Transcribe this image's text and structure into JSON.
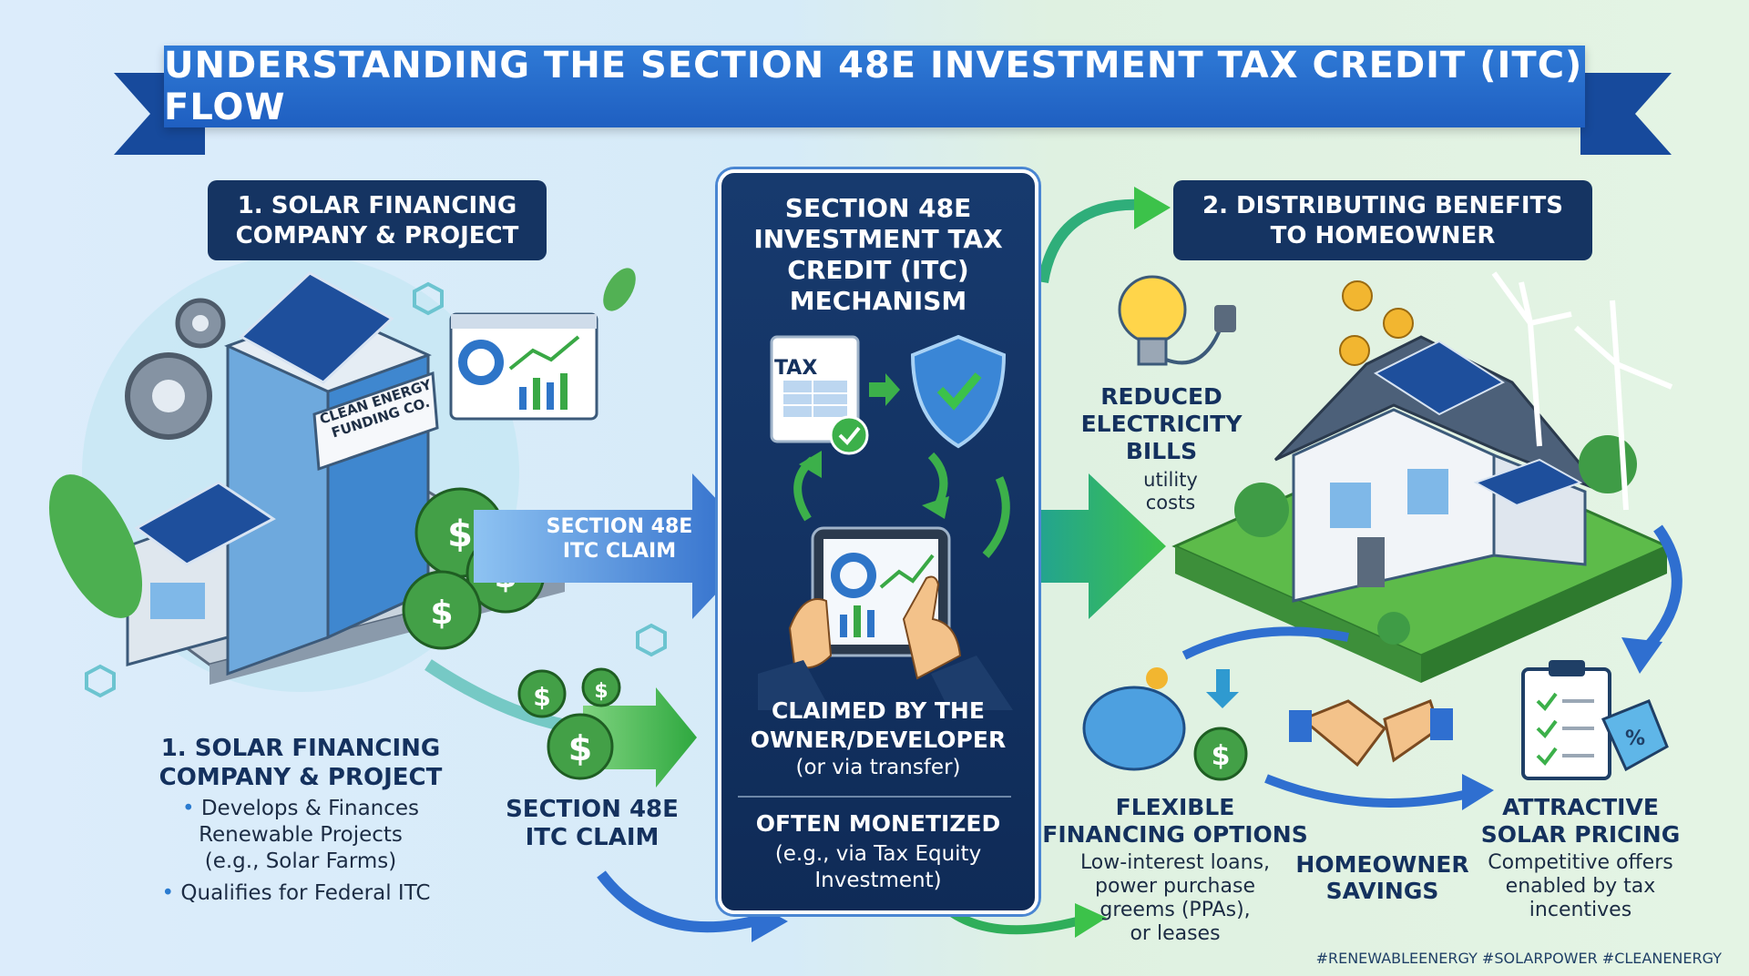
{
  "title": "UNDERSTANDING THE SECTION 48E INVESTMENT TAX CREDIT (ITC) FLOW",
  "left": {
    "header": [
      "1. SOLAR FINANCING",
      "COMPANY & PROJECT"
    ],
    "sign": [
      "CLEAN ENERGY",
      "FUNDING CO."
    ],
    "arrow_label": [
      "SECTION 48E",
      "ITC CLAIM"
    ],
    "lower_title": [
      "1. SOLAR FINANCING",
      "COMPANY & PROJECT"
    ],
    "bullet1": [
      "Develops & Finances",
      "Renewable Projects",
      "(e.g., Solar Farms)"
    ],
    "bullet2": "Qualifies for Federal ITC",
    "claim_label": [
      "SECTION 48E",
      "ITC CLAIM"
    ]
  },
  "center": {
    "title": [
      "SECTION 48E",
      "INVESTMENT TAX",
      "CREDIT (ITC)",
      "MECHANISM"
    ],
    "tax_doc": "TAX",
    "claimed": [
      "CLAIMED BY THE",
      "OWNER/DEVELOPER"
    ],
    "claimed_sub": "(or via transfer)",
    "monetized": "OFTEN MONETIZED",
    "monetized_sub": [
      "(e.g., via Tax Equity",
      "Investment)"
    ]
  },
  "right": {
    "header": [
      "2. DISTRIBUTING BENEFITS",
      "TO HOMEOWNER"
    ],
    "bills_title": [
      "REDUCED",
      "ELECTRICITY",
      "BILLS"
    ],
    "bills_sub": [
      "utility",
      "costs"
    ],
    "financing_title": [
      "FLEXIBLE",
      "FINANCING OPTIONS"
    ],
    "financing_sub": [
      "Low-interest loans,",
      "power purchase",
      "greems (PPAs),",
      "or leases"
    ],
    "savings_title": [
      "HOMEOWNER",
      "SAVINGS"
    ],
    "pricing_title": [
      "ATTRACTIVE",
      "SOLAR PRICING"
    ],
    "pricing_sub": [
      "Competitive offers",
      "enabled by tax",
      "incentives"
    ],
    "hashtags": "#RENEWABLEENERGY #SOLARPOWER #CLEANENERGY"
  },
  "colors": {
    "navy": "#153462",
    "blue": "#2f7ad6",
    "green": "#3cb04a",
    "money": "#3f9c46"
  }
}
